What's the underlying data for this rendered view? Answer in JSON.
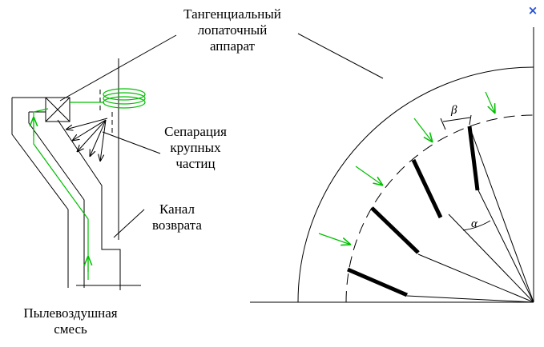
{
  "labels": {
    "tangential_1": "Тангенциальный",
    "tangential_2": "лопаточный",
    "tangential_3": "аппарат",
    "separation_1": "Сепарация",
    "separation_2": "крупных",
    "separation_3": "частиц",
    "return_1": "Канал",
    "return_2": "возврата",
    "mixture_1": "Пылевоздушная",
    "mixture_2": "смесь",
    "beta": "β",
    "alpha": "α"
  },
  "close_icon": "×",
  "colors": {
    "lines": "#000000",
    "flow": "#00c000",
    "close": "#1f4fd6"
  }
}
